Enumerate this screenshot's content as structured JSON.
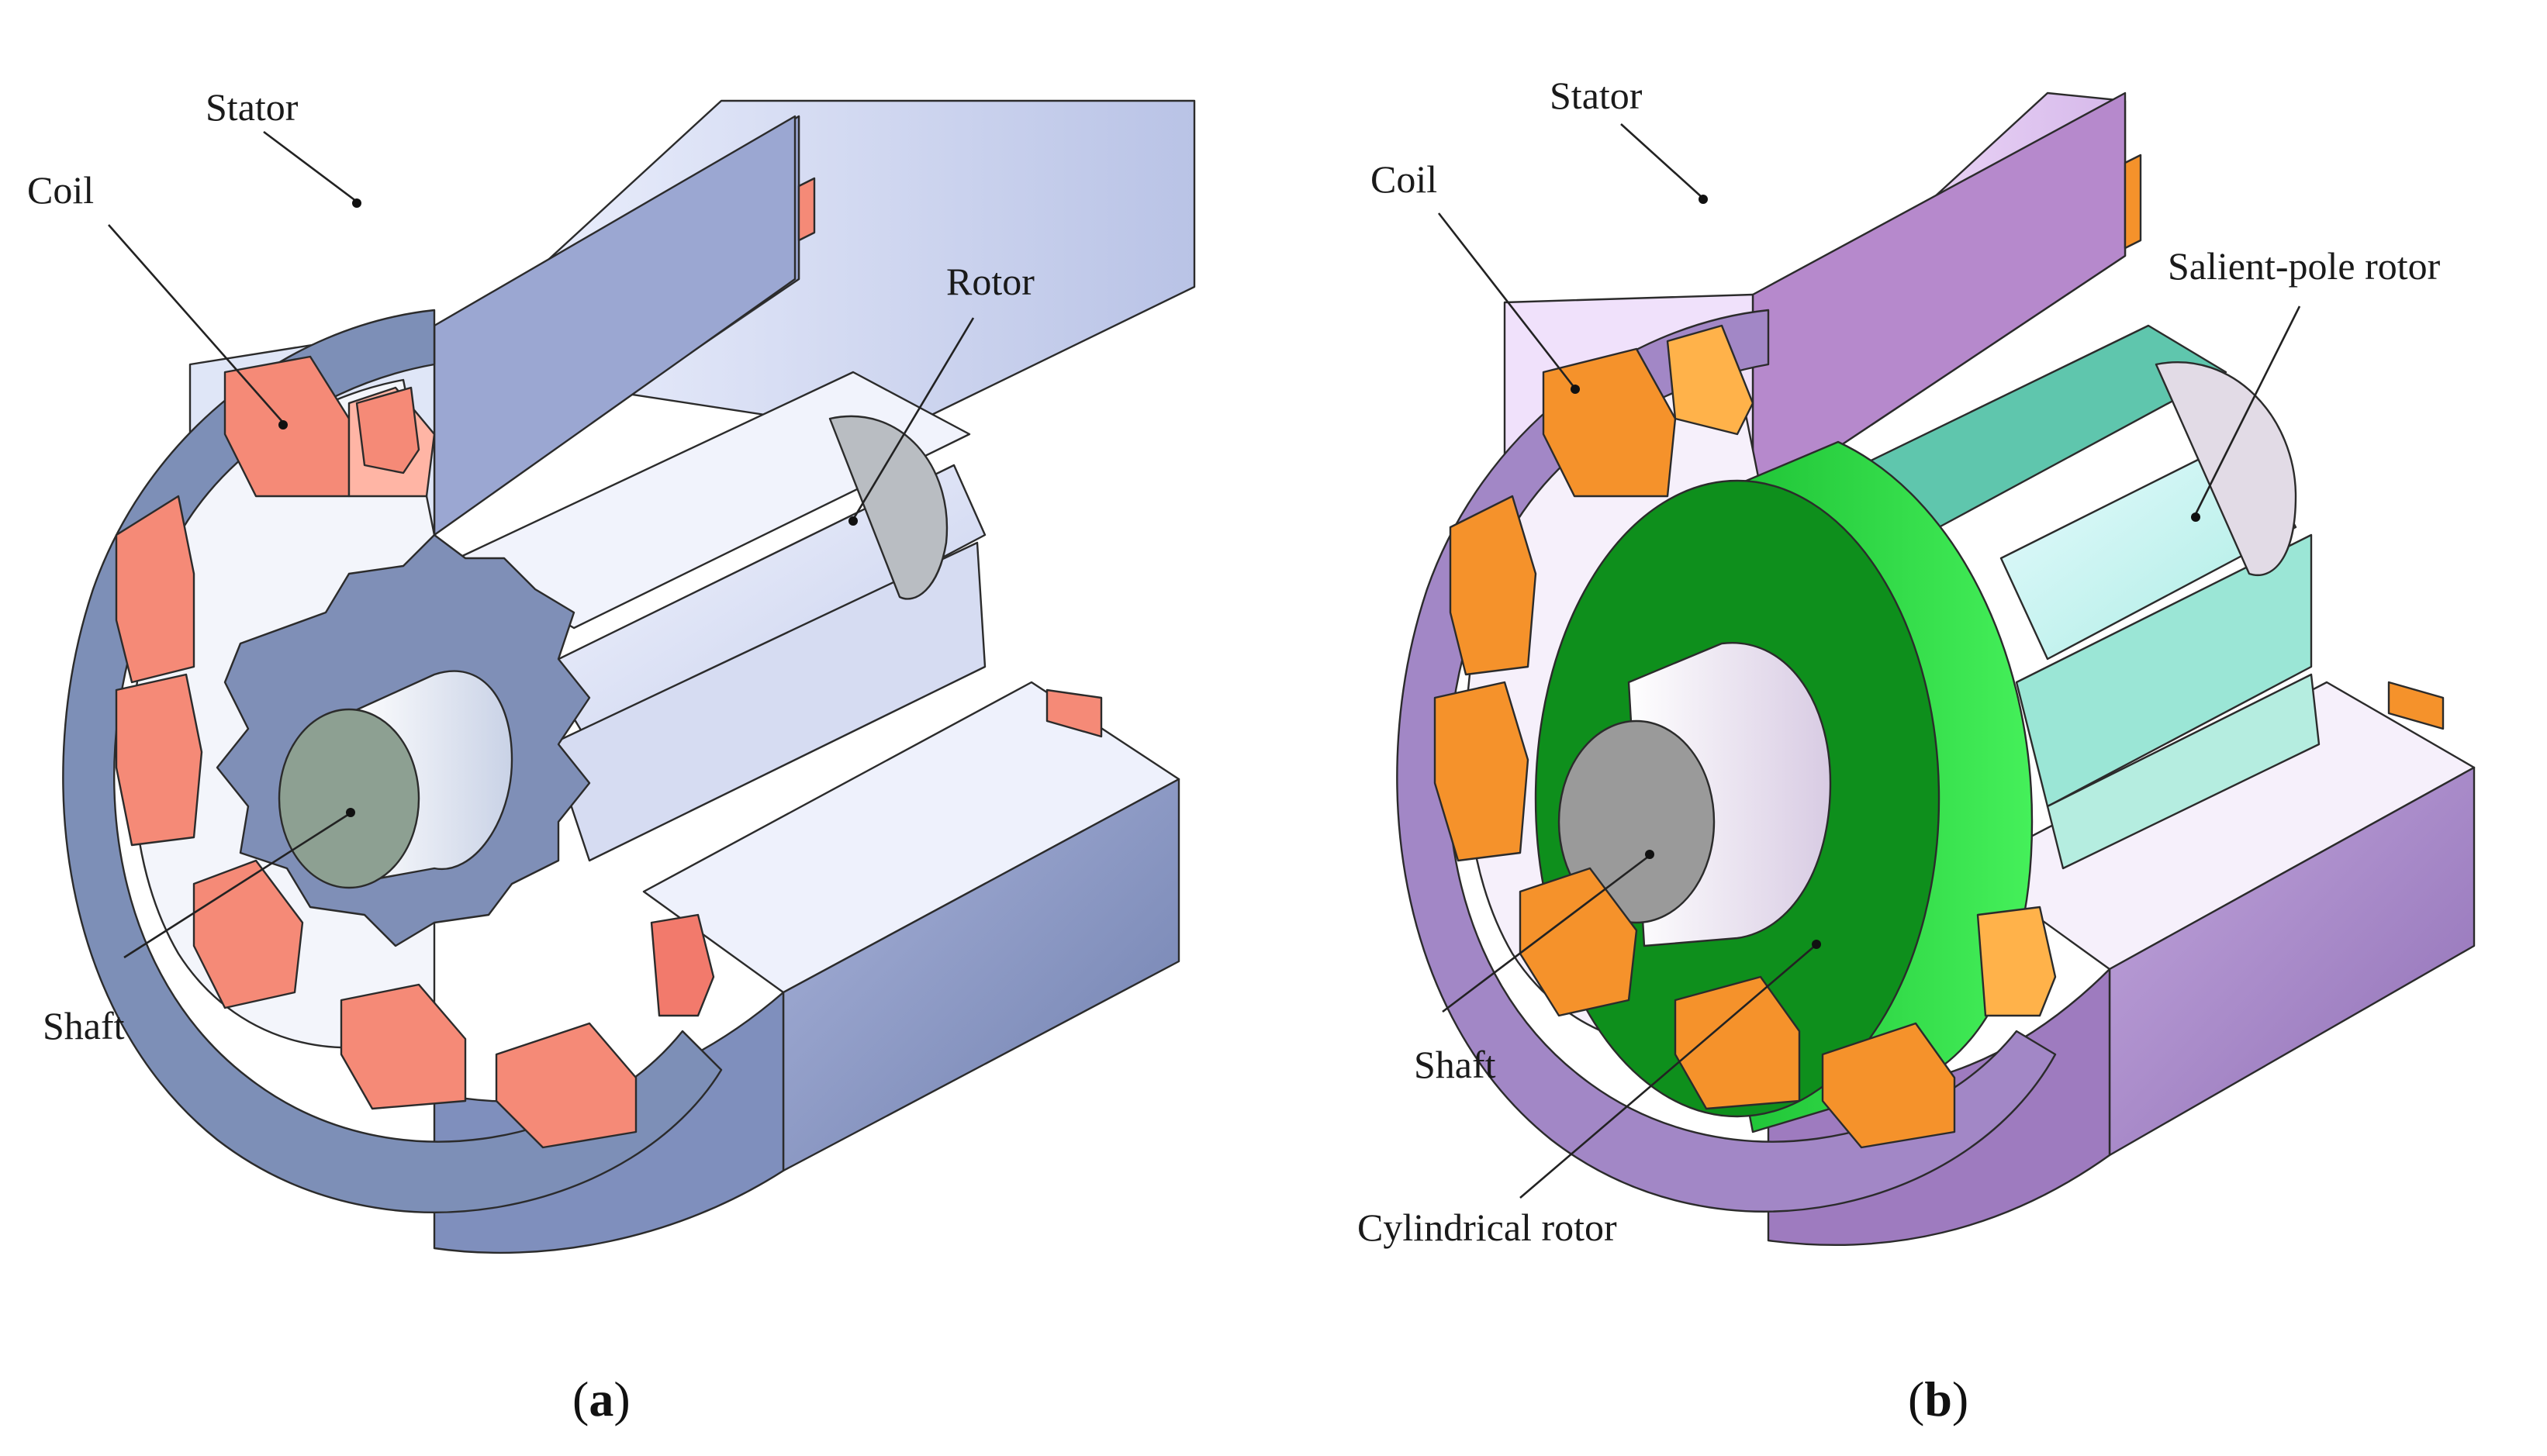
{
  "figure_a": {
    "caption_letter": "a",
    "labels": {
      "stator": "Stator",
      "coil": "Coil",
      "rotor": "Rotor",
      "shaft": "Shaft"
    },
    "colors": {
      "stator": "#8e9cc9",
      "coil": "#f28a78",
      "rotor": "#dfe6f5",
      "shaft": "#8fa396"
    }
  },
  "figure_b": {
    "caption_letter": "b",
    "labels": {
      "stator": "Stator",
      "coil": "Coil",
      "salient_rotor": "Salient-pole rotor",
      "shaft": "Shaft",
      "cylindrical_rotor": "Cylindrical rotor"
    },
    "colors": {
      "stator": "#a98cc9",
      "coil": "#f5922b",
      "salient_rotor": "#bfeee6",
      "cylindrical_rotor": "#10a020",
      "shaft": "#9a9a9a"
    }
  }
}
